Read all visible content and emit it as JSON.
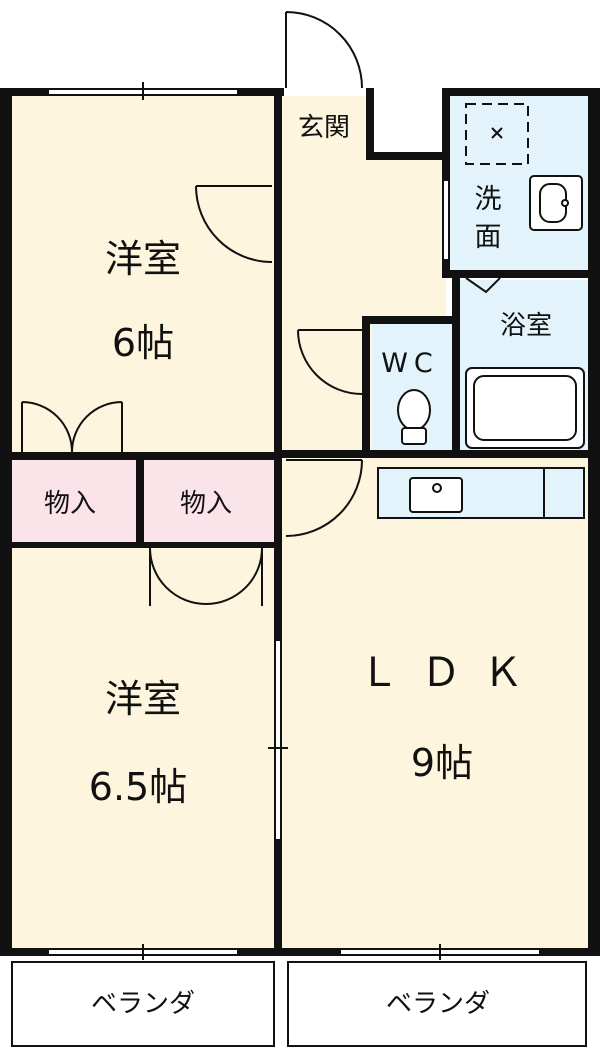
{
  "rooms": {
    "western_room_1": {
      "name": "洋室",
      "size": "6帖"
    },
    "western_room_2": {
      "name": "洋室",
      "size": "6.5帖"
    },
    "ldk": {
      "name": "ＬＤＫ",
      "size": "9帖"
    },
    "closet_1": "物入",
    "closet_2": "物入",
    "entrance": "玄関",
    "washroom_line1": "洗",
    "washroom_line2": "面",
    "bathroom": "浴室",
    "toilet": "WC",
    "balcony_1": "ベランダ",
    "balcony_2": "ベランダ"
  },
  "colors": {
    "room_fill": "#fdf5dd",
    "closet_fill": "#fbe3ea",
    "wet_area_fill": "#e3f3fb",
    "wall": "#111111"
  }
}
